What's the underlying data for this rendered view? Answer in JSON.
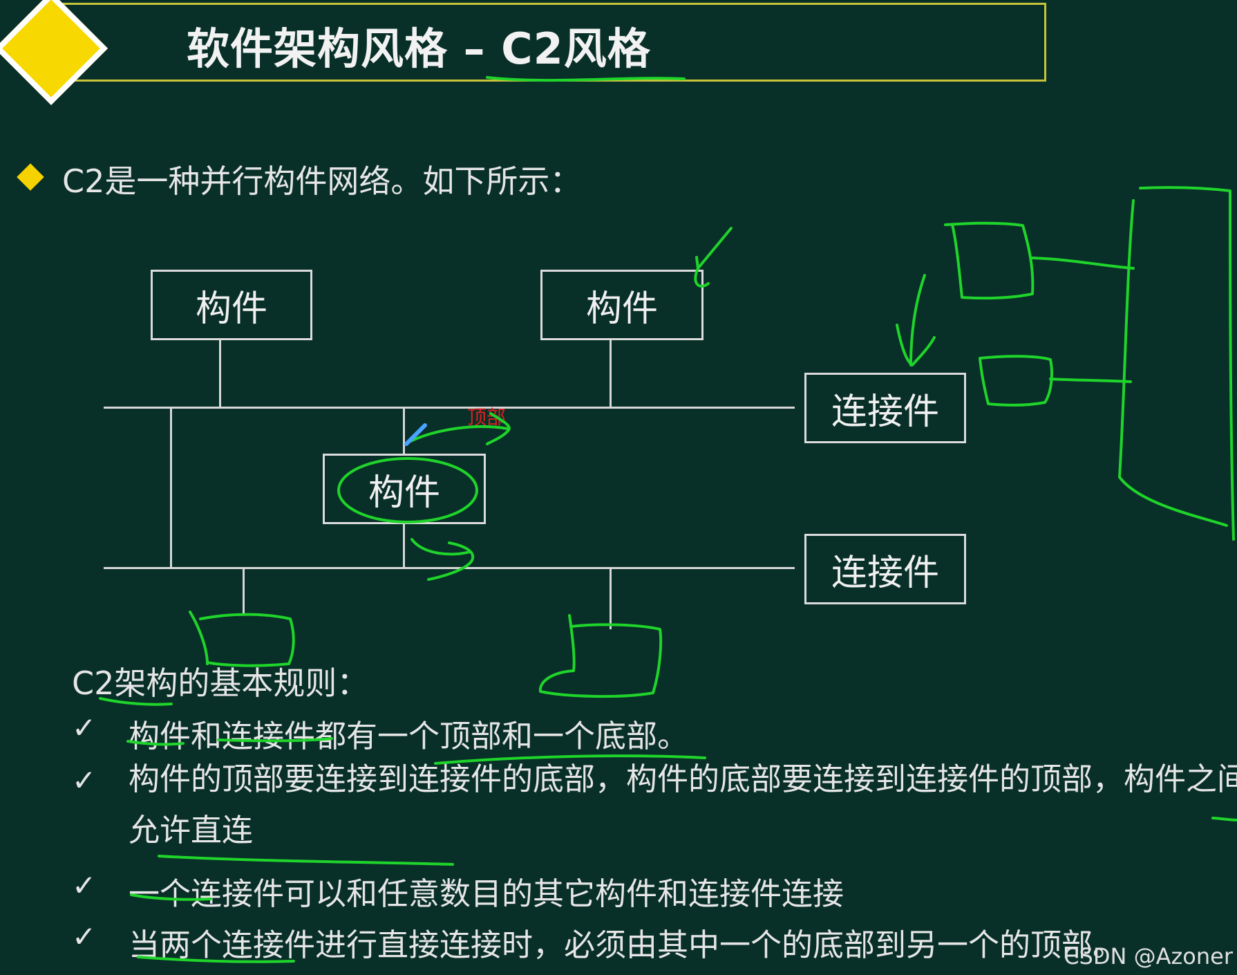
{
  "title": "软件架构风格 – C2风格",
  "intro": "C2是一种并行构件网络。如下所示：",
  "diagram": {
    "component_label": "构件",
    "connector_label": "连接件",
    "annotation": "顶部"
  },
  "rules": {
    "heading": "C2架构的基本规则：",
    "check_mark": "✓",
    "items": [
      "构件和连接件都有一个顶部和一个底部。",
      "构件的顶部要连接到连接件的底部，构件的底部要连接到连接件的顶部，构件之间不允许直连",
      "一个连接件可以和任意数目的其它构件和连接件连接",
      "当两个连接件进行直接连接时，必须由其中一个的底部到另一个的顶部。"
    ]
  },
  "watermark": "CSDN @Azoner",
  "colors": {
    "background": "#082f28",
    "title_border": "#c8c43a",
    "diamond": "#f7d800",
    "ink": "#1fd42a",
    "annotation": "#e02020"
  }
}
